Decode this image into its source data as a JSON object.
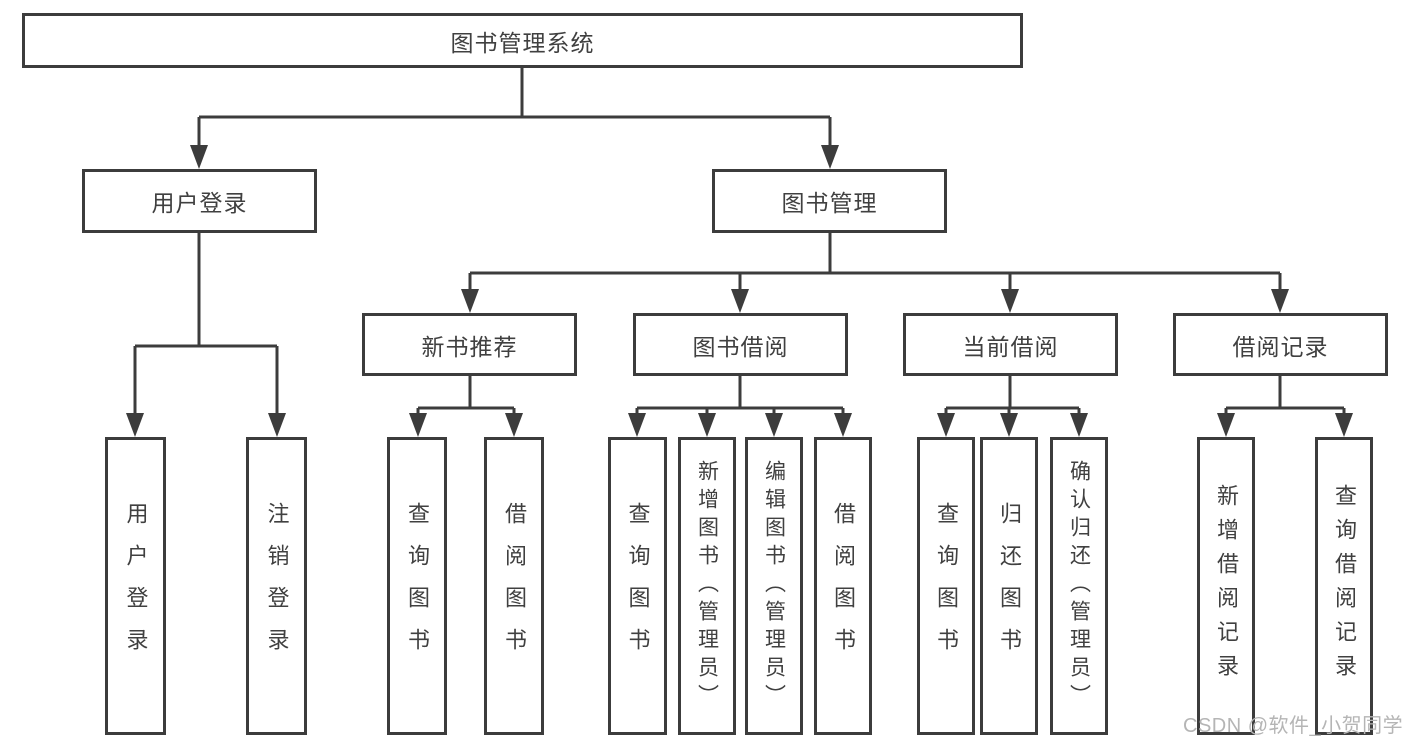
{
  "diagram": {
    "title": "图书管理系统",
    "root": {
      "label": "图书管理系统"
    },
    "level2": [
      {
        "label": "用户登录"
      },
      {
        "label": "图书管理"
      }
    ],
    "level3": [
      {
        "label": "新书推荐",
        "parent": "图书管理"
      },
      {
        "label": "图书借阅",
        "parent": "图书管理"
      },
      {
        "label": "当前借阅",
        "parent": "图书管理"
      },
      {
        "label": "借阅记录",
        "parent": "图书管理"
      }
    ],
    "level4_groups": [
      {
        "parent": "用户登录",
        "items": [
          "用户登录",
          "注销登录"
        ]
      },
      {
        "parent": "新书推荐",
        "items": [
          "查询图书",
          "借阅图书"
        ]
      },
      {
        "parent": "图书借阅",
        "items": [
          "查询图书",
          "新增图书（管理员）",
          "编辑图书（管理员）",
          "借阅图书"
        ]
      },
      {
        "parent": "当前借阅",
        "items": [
          "查询图书",
          "归还图书",
          "确认归还（管理员）"
        ]
      },
      {
        "parent": "借阅记录",
        "items": [
          "新增借阅记录",
          "查询借阅记录"
        ]
      }
    ]
  },
  "watermark": "CSDN @软件_小贺同学",
  "colors": {
    "line": "#3c3c3c",
    "box_border": "#3c3c3c",
    "text": "#404040",
    "background": "#ffffff",
    "watermark": "#b5b5b5"
  }
}
